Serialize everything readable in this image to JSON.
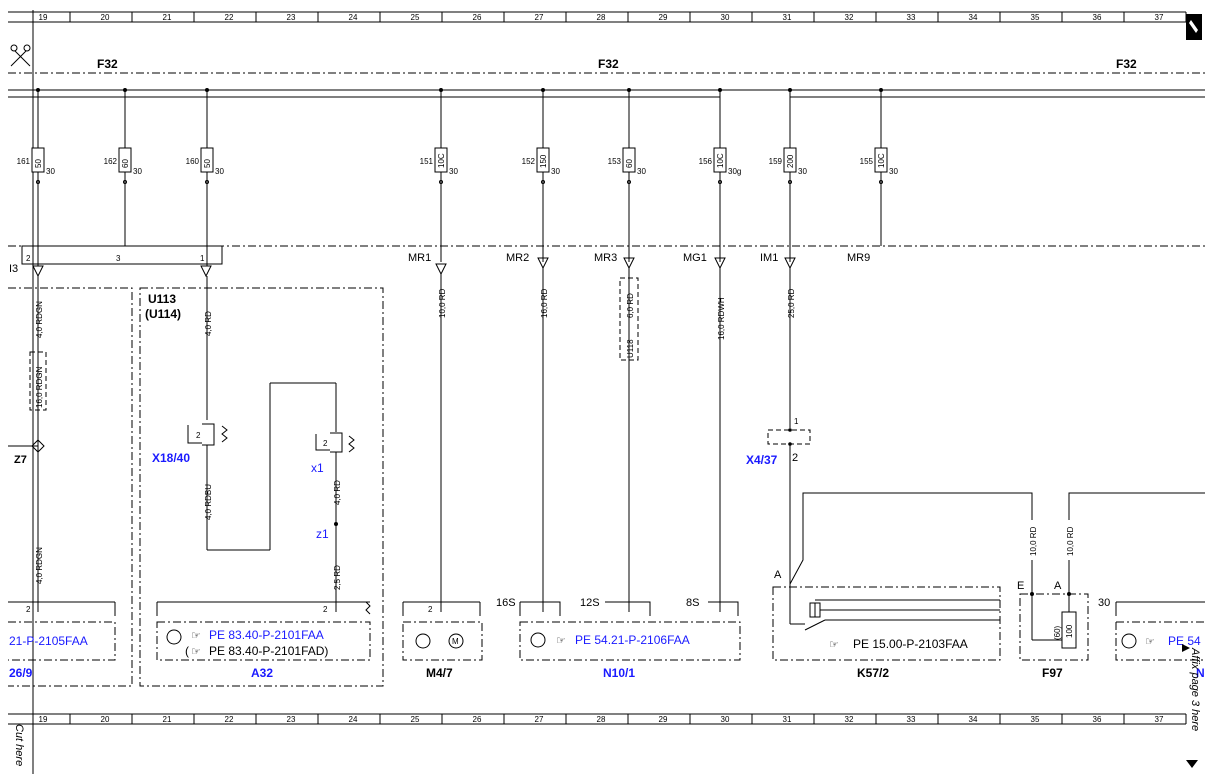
{
  "grid": {
    "columns": [
      "19",
      "20",
      "21",
      "22",
      "23",
      "24",
      "25",
      "26",
      "27",
      "28",
      "29",
      "30",
      "31",
      "32",
      "33",
      "34",
      "35",
      "36",
      "37"
    ]
  },
  "busbar_labels": [
    "F32",
    "F32",
    "F32"
  ],
  "fuses": [
    {
      "number": "161",
      "rating": "50",
      "terminal": "30"
    },
    {
      "number": "162",
      "rating": "60",
      "terminal": "30"
    },
    {
      "number": "160",
      "rating": "50",
      "terminal": "30"
    },
    {
      "number": "151",
      "rating": "10C",
      "terminal": "30"
    },
    {
      "number": "152",
      "rating": "150",
      "terminal": "30"
    },
    {
      "number": "153",
      "rating": "60",
      "terminal": "30"
    },
    {
      "number": "156",
      "rating": "10C",
      "terminal": "30g"
    },
    {
      "number": "159",
      "rating": "200",
      "terminal": "30"
    },
    {
      "number": "155",
      "rating": "10C",
      "terminal": "30"
    }
  ],
  "connectors": [
    "MR1",
    "MR2",
    "MR3",
    "MG1",
    "IM1",
    "MR9"
  ],
  "connector_pins": {
    "left_id": "I3",
    "pin2": "2",
    "pin3": "3",
    "pin1": "1"
  },
  "wires": {
    "w_rdgn_top": "4,0 RDGN",
    "w_rdgn_16": "16,0 RDGN",
    "w_rdgn_bottom": "4,0 RDGN",
    "w_rd_u113": "4,0 RD",
    "w_rdbu": "4,0 RDBU",
    "w_rd_x1": "4,0 RD",
    "w_rd_z1": "2,5 RD",
    "w_mr1": "10,0 RD",
    "w_mr2": "16,0 RD",
    "w_mr3": "6,0 RD",
    "w_mr3_variant": "U118",
    "w_mg1": "16,0 RDWH",
    "w_im1": "25,0 RD",
    "w_f97_a": "10,0 RD",
    "w_f97_b": "10,0 RD"
  },
  "components": {
    "left_ref": "21-P-2105FAA",
    "left_name": "26/9",
    "z7": "Z7",
    "u113": "U113",
    "u114": "(U114)",
    "x18_40": "X18/40",
    "x1": "x1",
    "z1": "z1",
    "a32_ref1": "PE 83.40-P-2101FAA",
    "a32_ref2": "PE 83.40-P-2101FAD)",
    "a32_paren": "(",
    "a32_name": "A32",
    "m47_name": "M4/7",
    "n10_ref": "PE 54.21-P-2106FAA",
    "n10_name": "N10/1",
    "n10_pin_16s": "16S",
    "n10_pin_12s": "12S",
    "n10_pin_8s": "8S",
    "x4_37": "X4/37",
    "x4_pin1": "1",
    "x4_pin2": "2",
    "k57_ref": "PE 15.00-P-2103FAA",
    "k57_name": "K57/2",
    "k57_pin_a": "A",
    "f97_pin_e": "E",
    "f97_pin_a": "A",
    "f97_rating1": "(60)",
    "f97_rating2": "100",
    "f97_name": "F97",
    "right_ref": "PE 54",
    "right_name": "N",
    "right_pin": "30",
    "pin_2": "2"
  },
  "margin_notes": {
    "cut_here": "Cut here",
    "affix_page": "Affix page 3 here"
  }
}
